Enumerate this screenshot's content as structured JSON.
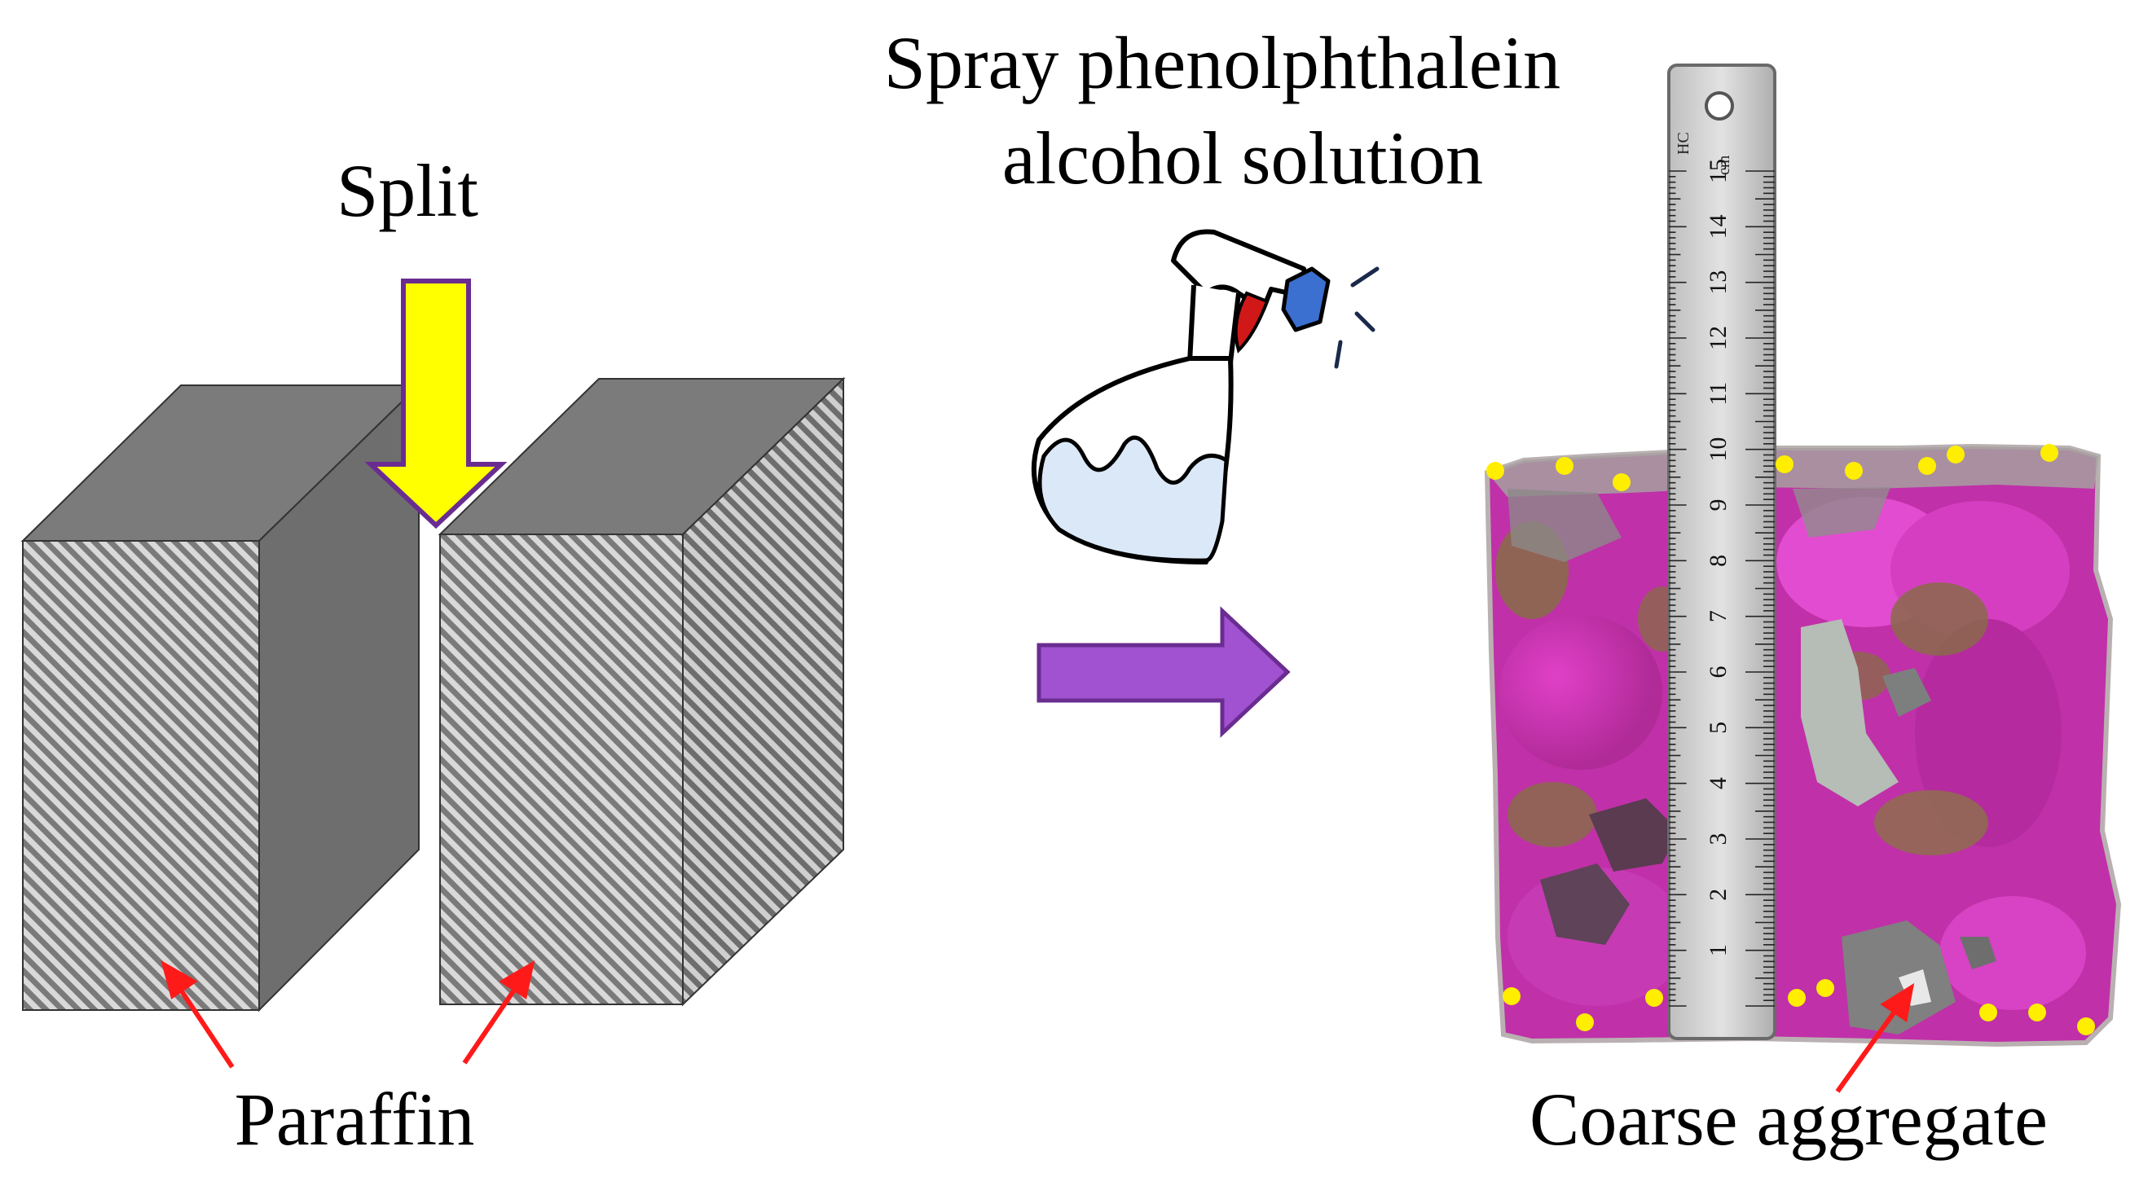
{
  "labels": {
    "split": "Split",
    "spray_line1": "Spray phenolphthalein",
    "spray_line2": "alcohol solution",
    "paraffin": "Paraffin",
    "coarse_aggregate": "Coarse aggregate"
  },
  "ruler": {
    "numbers": [
      "1",
      "2",
      "3",
      "4",
      "5",
      "6",
      "7",
      "8",
      "9",
      "10",
      "11",
      "12",
      "13",
      "14",
      "15"
    ],
    "unit_label": "cm",
    "brand_label": "HC"
  },
  "colors": {
    "block_front_hatch": "#9a9a9a",
    "block_top": "#7b7b7b",
    "block_side": "#6e6e6e",
    "split_arrow_fill": "#ffff00",
    "split_arrow_stroke": "#6a2c91",
    "process_arrow_fill": "#a052d0",
    "process_arrow_stroke": "#6a2c91",
    "pointer_arrow": "#ff1a1a",
    "boundary_dots": "#ffee00",
    "stained_concrete": "#c030a8",
    "spray_bottle_liquid": "#dbe8f7",
    "spray_nozzle": "#3b6fd0"
  },
  "icons": [
    "spray-bottle-icon",
    "ruler-icon"
  ]
}
